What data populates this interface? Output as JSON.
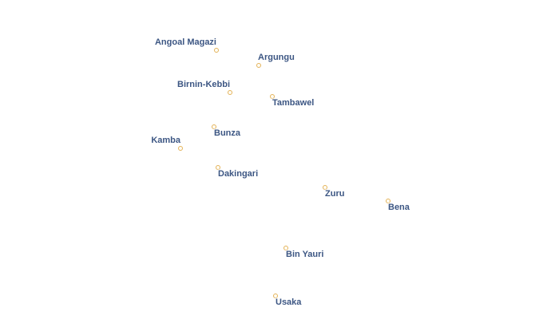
{
  "map": {
    "places": [
      {
        "id": "angoal-magazi",
        "name": "Angoal Magazi"
      },
      {
        "id": "argungu",
        "name": "Argungu"
      },
      {
        "id": "birnin-kebbi",
        "name": "Birnin-Kebbi"
      },
      {
        "id": "tambawel",
        "name": "Tambawel"
      },
      {
        "id": "bunza",
        "name": "Bunza"
      },
      {
        "id": "kamba",
        "name": "Kamba"
      },
      {
        "id": "dakingari",
        "name": "Dakingari"
      },
      {
        "id": "zuru",
        "name": "Zuru"
      },
      {
        "id": "bena",
        "name": "Bena"
      },
      {
        "id": "bin-yauri",
        "name": "Bin Yauri"
      },
      {
        "id": "usaka",
        "name": "Usaka"
      }
    ],
    "colors": {
      "label_text": "#3c5683",
      "label_halo": "#ffffff",
      "marker_stroke": "#e3b25a",
      "marker_fill": "#fffdf5",
      "background": "#ffffff"
    }
  }
}
